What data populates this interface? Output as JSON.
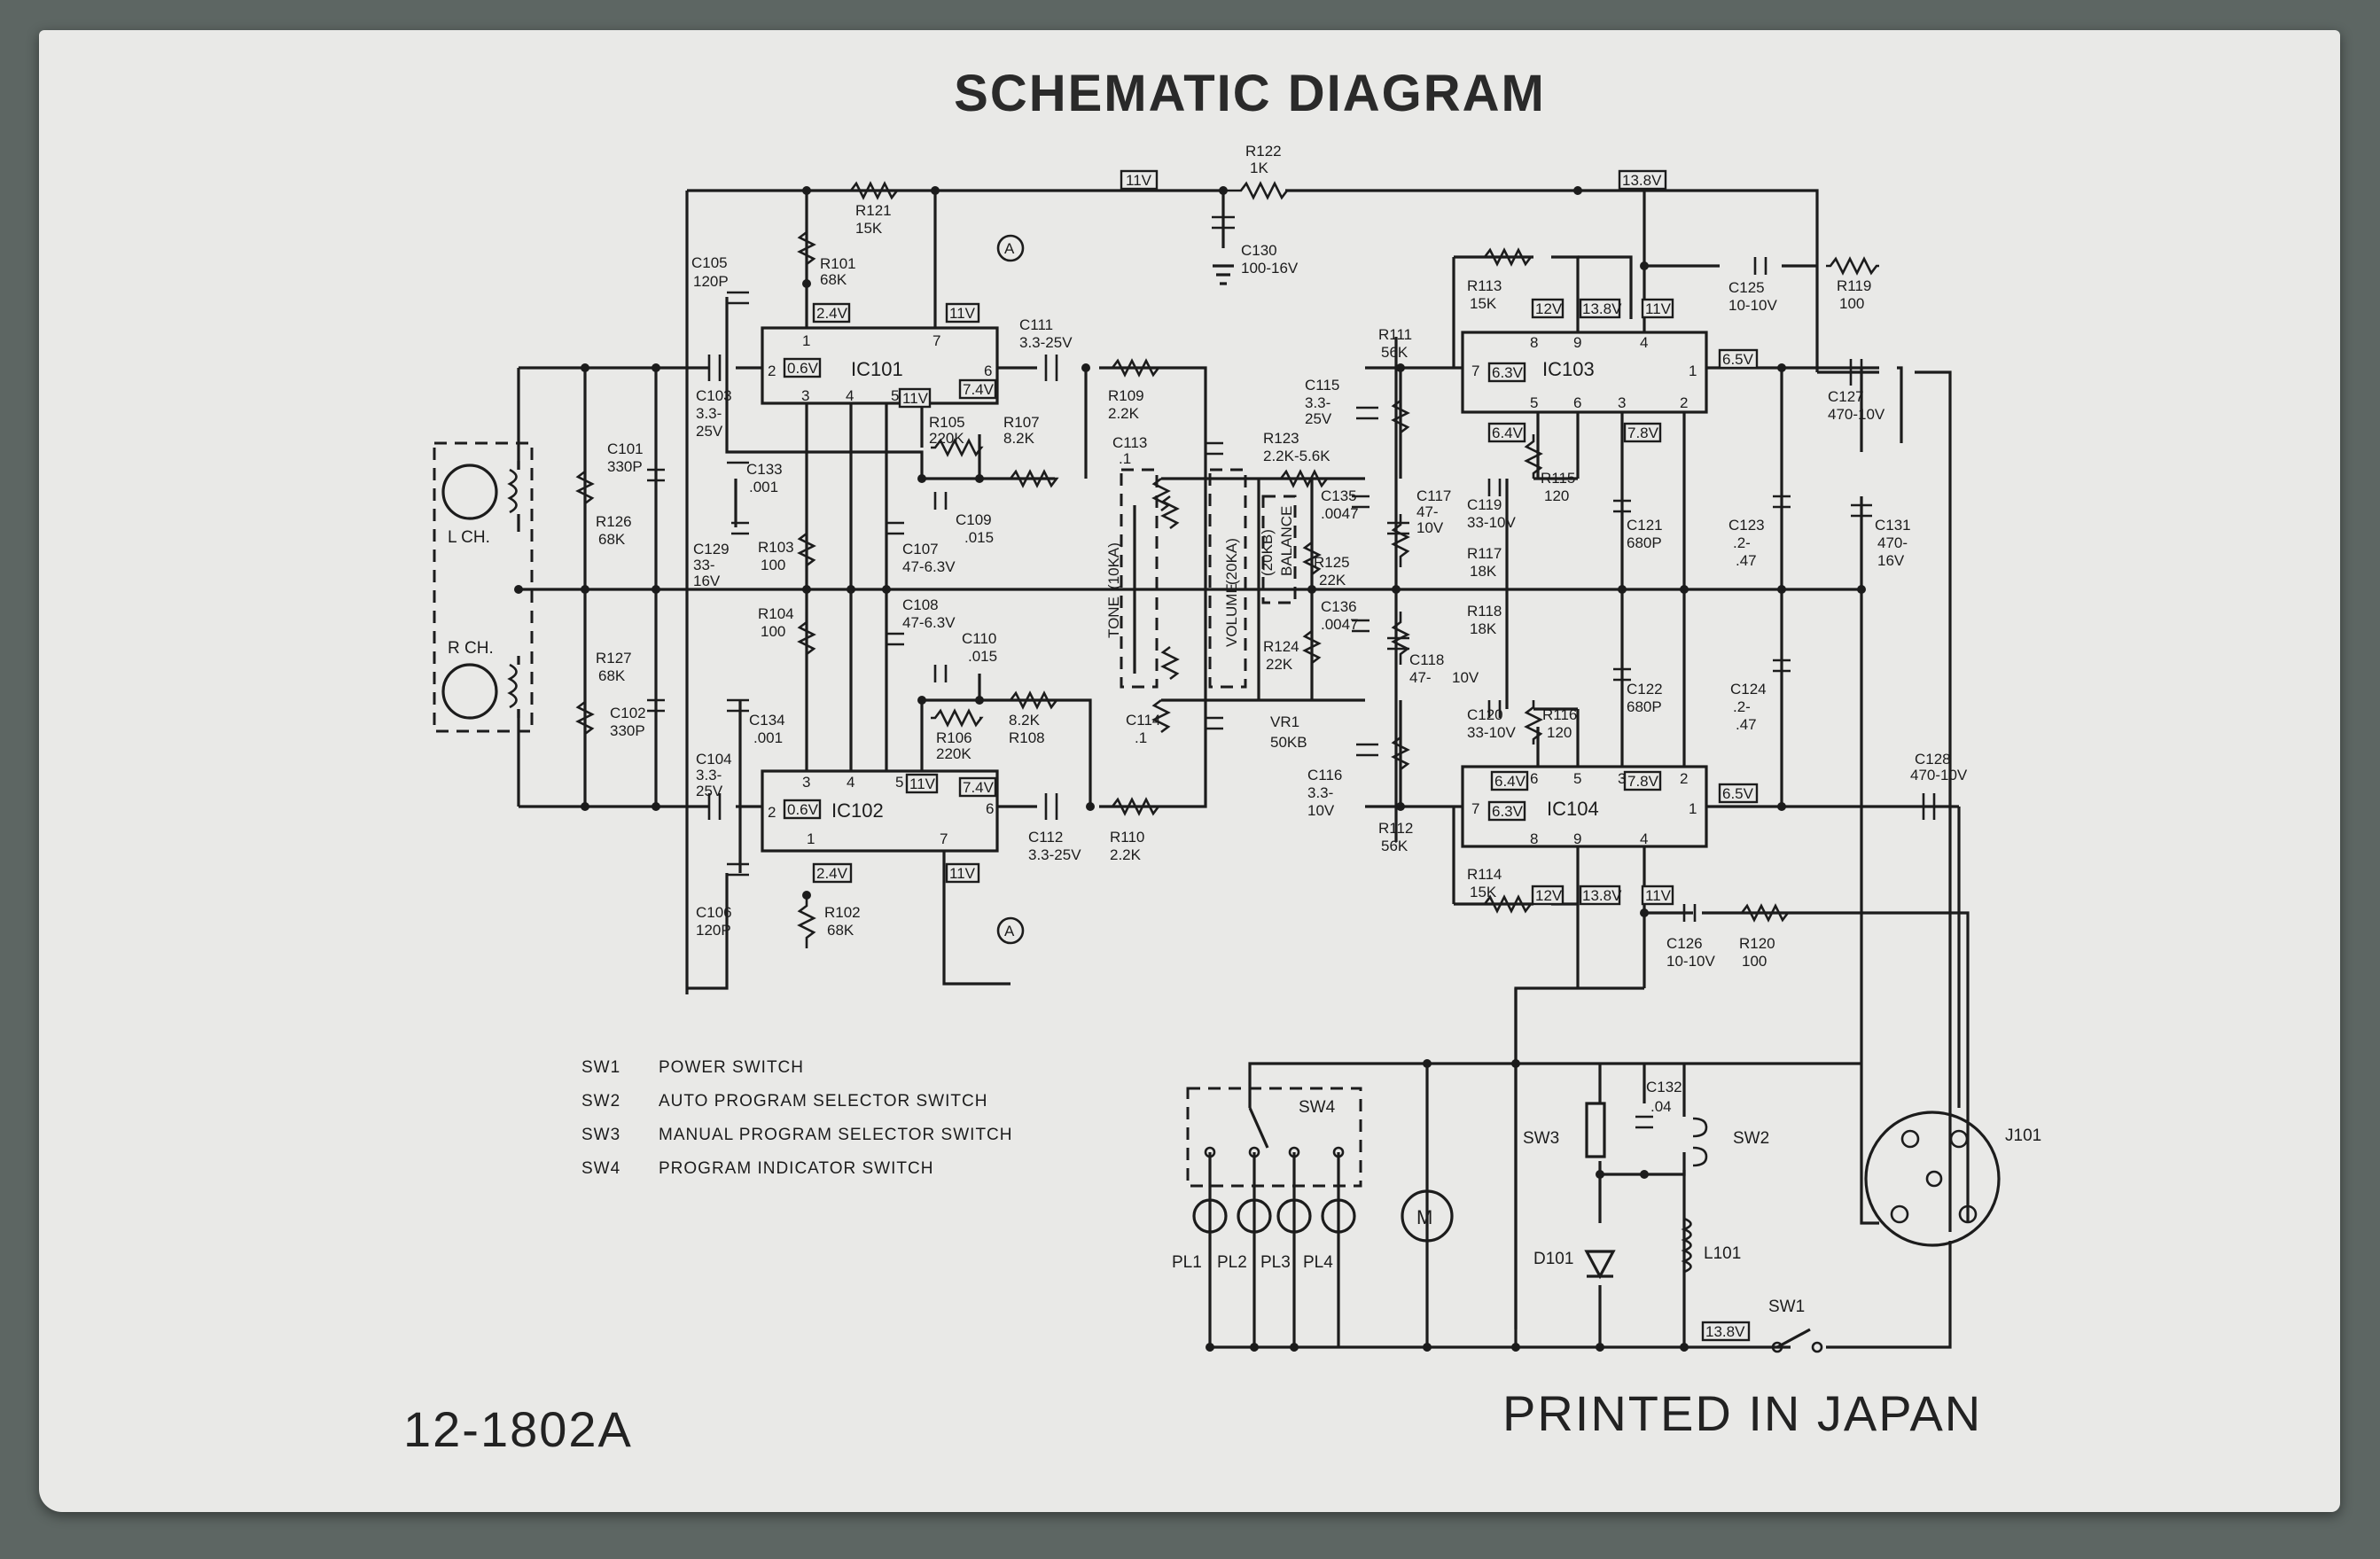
{
  "title": "SCHEMATIC DIAGRAM",
  "part_number": "12-1802A",
  "printed_in": "PRINTED  IN  JAPAN",
  "legend": [
    {
      "id": "SW1",
      "desc": "POWER SWITCH"
    },
    {
      "id": "SW2",
      "desc": "AUTO PROGRAM SELECTOR SWITCH"
    },
    {
      "id": "SW3",
      "desc": "MANUAL PROGRAM SELECTOR SWITCH"
    },
    {
      "id": "SW4",
      "desc": "PROGRAM INDICATOR SWITCH"
    }
  ],
  "ics": {
    "ic101": {
      "name": "IC101",
      "pins": [
        "1",
        "7",
        "2",
        "6",
        "3",
        "4",
        "5"
      ]
    },
    "ic102": {
      "name": "IC102",
      "pins": [
        "3",
        "4",
        "5",
        "2",
        "6",
        "1",
        "7"
      ]
    },
    "ic103": {
      "name": "IC103",
      "pins": [
        "8",
        "9",
        "4",
        "7",
        "1",
        "5",
        "6",
        "3",
        "2"
      ]
    },
    "ic104": {
      "name": "IC104",
      "pins": [
        "6",
        "5",
        "3",
        "2",
        "7",
        "1",
        "8",
        "9",
        "4"
      ]
    }
  },
  "voltage_tags": {
    "t11v_top": "11V",
    "t138_top": "13.8V",
    "t24_101": "2.4V",
    "t11_101": "11V",
    "t06_101": "0.6V",
    "t11b_101": "11V",
    "t74_101": "7.4V",
    "t06_102": "0.6V",
    "t11_102": "11V",
    "t74_102": "7.4V",
    "t24_102": "2.4V",
    "t11b_102": "11V",
    "t12_103": "12V",
    "t138_103": "13.8V",
    "t11_103": "11V",
    "t63_103": "6.3V",
    "t65_103": "6.5V",
    "t64_103": "6.4V",
    "t78_103": "7.8V",
    "t64_104": "6.4V",
    "t78_104": "7.8V",
    "t63_104": "6.3V",
    "t65_104": "6.5V",
    "t12_104": "12V",
    "t138_104": "13.8V",
    "t11_104": "11V",
    "t138_sw1": "13.8V"
  },
  "labels": {
    "r122": "R122",
    "r122v": "1K",
    "r121": "R121",
    "r121v": "15K",
    "r101": "R101",
    "r101v": "68K",
    "c105": "C105",
    "c105v": "120P",
    "c130": "C130",
    "c130v": "100-16V",
    "c111": "C111",
    "c111v": "3.3-25V",
    "c103": "C103",
    "c103v1": "3.3-",
    "c103v2": "25V",
    "c133": "C133",
    "c133v": ".001",
    "r105": "R105",
    "r105v": "220K",
    "r107": "R107",
    "r107v": "8.2K",
    "r109": "R109",
    "r109v": "2.2K",
    "c113": "C113",
    "c113v": ".1",
    "c109": "C109",
    "c109v": ".015",
    "c101": "C101",
    "c101v": "330P",
    "r126": "R126",
    "r126v": "68K",
    "c129": "C129",
    "c129v1": "33-",
    "c129v2": "16V",
    "r103": "R103",
    "r103v": "100",
    "c107": "C107",
    "c107v": "47-6.3V",
    "lch": "L CH.",
    "rch": "R CH.",
    "c108": "C108",
    "c108v": "47-6.3V",
    "r104": "R104",
    "r104v": "100",
    "c110": "C110",
    "c110v": ".015",
    "r127": "R127",
    "r127v": "68K",
    "c102": "C102",
    "c102v": "330P",
    "c134": "C134",
    "c134v": ".001",
    "r106": "R106",
    "r106v": "220K",
    "r108a": "8.2K",
    "r108": "R108",
    "c114": "C114",
    "c114v": ".1",
    "c104": "C104",
    "c104v1": "3.3-",
    "c104v2": "25V",
    "c112": "C112",
    "c112v": "3.3-25V",
    "r110": "R110",
    "r110v": "2.2K",
    "c106": "C106",
    "c106v": "120P",
    "r102": "R102",
    "r102v": "68K",
    "tone": "TONE",
    "tone_val": "(10KA)",
    "volume": "VOLUME",
    "volume_val": "(20KA)",
    "balance": "BALANCE",
    "balance_val": "(20KB)",
    "vr1": "VR1",
    "vr1v": "50KB",
    "r111": "R111",
    "r111v": "56K",
    "c115": "C115",
    "c115v1": "3.3-",
    "c115v2": "25V",
    "r123": "R123",
    "r123v": "2.2K-5.6K",
    "c135": "C135",
    "c135v": ".0047",
    "r125": "R125",
    "r125v": "22K",
    "c136": "C136",
    "c136v": ".0047",
    "r124": "R124",
    "r124v": "22K",
    "c116": "C116",
    "c116v1": "3.3-",
    "c116v2": "10V",
    "r112": "R112",
    "r112v": "56K",
    "r113": "R113",
    "r113v": "15K",
    "c125": "C125",
    "c125v": "10-10V",
    "r119": "R119",
    "r119v": "100",
    "c127": "C127",
    "c127v": "470-10V",
    "r115": "R115",
    "r115v": "120",
    "c117": "C117",
    "c117v1": "47-",
    "c117v2": "10V",
    "c119": "C119",
    "c119v": "33-10V",
    "r117": "R117",
    "r117v": "18K",
    "c121": "C121",
    "c121v": "680P",
    "c123": "C123",
    "c123v1": ".2-",
    "c123v2": ".47",
    "c131": "C131",
    "c131v1": "470-",
    "c131v2": "16V",
    "r118": "R118",
    "r118v": "18K",
    "c118": "C118",
    "c118v1": "47-",
    "c118v2": "10V",
    "c120": "C120",
    "c120v": "33-10V",
    "r116": "R116",
    "r116v": "120",
    "c122": "C122",
    "c122v": "680P",
    "c124": "C124",
    "c124v1": ".2-",
    "c124v2": ".47",
    "c128": "C128",
    "c128v": "470-10V",
    "r114": "R114",
    "r114v": "15K",
    "c126": "C126",
    "c126v": "10-10V",
    "r120": "R120",
    "r120v": "100",
    "sw4": "SW4",
    "sw3": "SW3",
    "sw2": "SW2",
    "sw1": "SW1",
    "c132": "C132",
    "c132v": ".04",
    "d101": "D101",
    "l101": "L101",
    "j101": "J101",
    "pl1": "PL1",
    "pl2": "PL2",
    "pl3": "PL3",
    "pl4": "PL4",
    "motor": "M",
    "node_a": "A"
  }
}
